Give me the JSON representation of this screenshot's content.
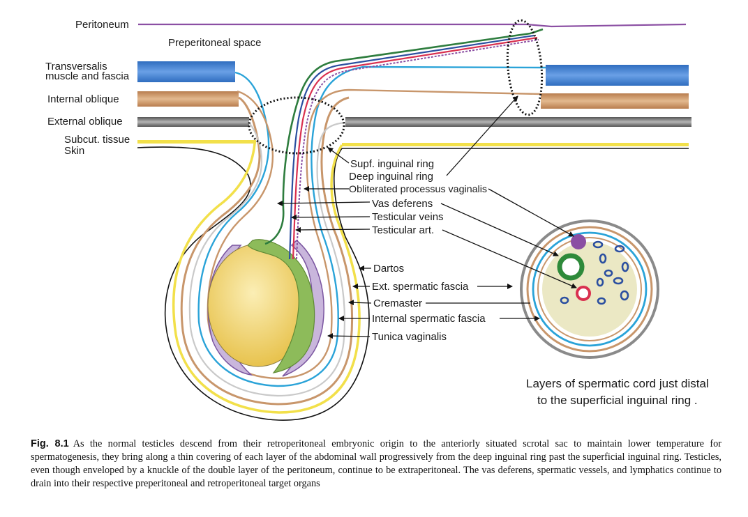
{
  "labels": {
    "peritoneum": "Peritoneum",
    "preperitoneal_space": "Preperitoneal space",
    "transversalis_1": "Transversalis",
    "transversalis_2": "muscle and fascia",
    "internal_oblique": "Internal oblique",
    "external_oblique": "External oblique",
    "subcut_tissue": "Subcut. tissue",
    "skin": "Skin",
    "supf_inguinal_ring": "Supf. inguinal ring",
    "deep_inguinal_ring": "Deep inguinal ring",
    "obliterated_processus": "Obliterated processus vaginalis",
    "vas_deferens": "Vas deferens",
    "testicular_veins": "Testicular veins",
    "testicular_art": "Testicular art.",
    "dartos": "Dartos",
    "ext_spermatic_fascia": "Ext. spermatic fascia",
    "cremaster": "Cremaster",
    "internal_spermatic_fascia": "Internal spermatic fascia",
    "tunica_vaginalis": "Tunica vaginalis",
    "cord_note_1": "Layers of spermatic cord just distal",
    "cord_note_2": "to the superficial inguinal ring ."
  },
  "caption": {
    "fig_label": "Fig. 8.1",
    "text": "As the normal testicles descend from their retroperitoneal embryonic origin to the anteriorly situated scrotal sac to maintain lower temperature for spermatogenesis, they bring along a thin covering of each layer of the abdominal wall progressively from the deep inguinal ring past the superficial inguinal ring. Testicles, even though enveloped by a knuckle of the double layer of the peritoneum, continue to be extraperitoneal. The vas deferens, spermatic vessels, and lymphatics continue to drain into their respective preperitoneal and retroperitoneal target organs"
  },
  "colors": {
    "peritoneum": "#8b4fa3",
    "transversalis": "#3f7fd0",
    "internal_oblique": "#c8966b",
    "external_oblique": "#808080",
    "skin_yellow": "#f2e04a",
    "skin_line": "#111111",
    "cremaster_blue": "#2aa3d8",
    "testis": "#f0d26a",
    "epididymis": "#8dbb5a",
    "tunica": "#c9b6dc",
    "vas": "#2e7d3e",
    "artery": "#d9304f",
    "vein": "#2b4fa0",
    "cord_fill": "#ebe8c4"
  }
}
